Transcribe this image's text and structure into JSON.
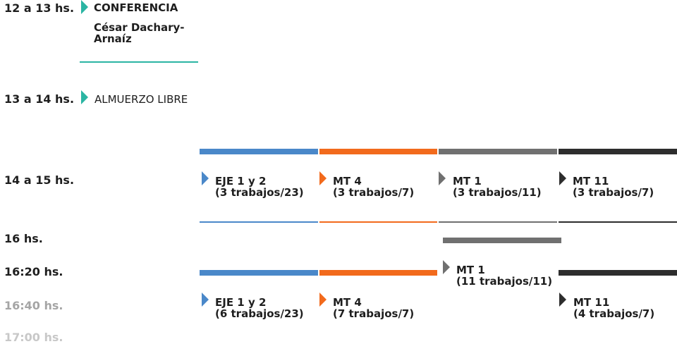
{
  "colors": {
    "teal": "#2bb5a3",
    "eje": "#4a88c9",
    "mt4": "#f26a1c",
    "mt1": "#707070",
    "mt11": "#2d2d2d"
  },
  "times": [
    "12 a 13 hs.",
    "13 a 14 hs.",
    "14 a 15 hs.",
    "16 hs.",
    "16:20 hs.",
    "16:40 hs.",
    "17:00 hs."
  ],
  "conferencia": {
    "title": "CONFERENCIA",
    "speaker": "César Dachary-Arnaíz"
  },
  "almuerzo": "ALMUERZO LIBRE",
  "session1": [
    {
      "name": "EJE 1 y 2",
      "detail": "(3 trabajos/23)"
    },
    {
      "name": "MT 4",
      "detail": "(3 trabajos/7)"
    },
    {
      "name": "MT 1",
      "detail": "(3 trabajos/11)"
    },
    {
      "name": "MT 11",
      "detail": "(3 trabajos/7)"
    }
  ],
  "session2": [
    {
      "name": "EJE 1 y 2",
      "detail": "(6 trabajos/23)"
    },
    {
      "name": "MT 4",
      "detail": "(7 trabajos/7)"
    },
    {
      "name": "MT 1",
      "detail": "(11 trabajos/11)"
    },
    {
      "name": "MT 11",
      "detail": "(4 trabajos/7)"
    }
  ]
}
